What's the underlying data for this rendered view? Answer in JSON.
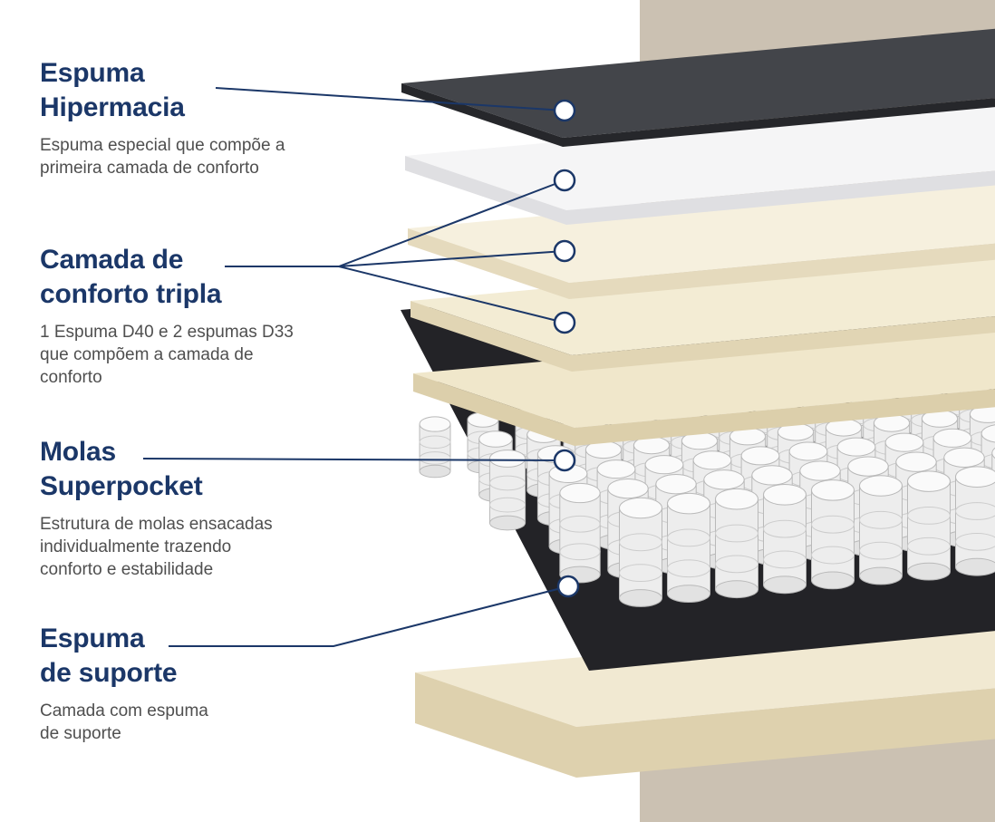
{
  "colors": {
    "heading": "#1b3768",
    "body_text": "#4f4f4f",
    "line": "#1b3768",
    "beige_panel": "#cbc1b2"
  },
  "marker": {
    "ring_color": "#1b3768",
    "fill": "#ffffff"
  },
  "sections": [
    {
      "id": "espuma-hipermacia",
      "heading_lines": [
        "Espuma",
        "Hipermacia"
      ],
      "body_lines": [
        "Espuma especial que compõe a",
        "primeira camada de conforto"
      ]
    },
    {
      "id": "camada-de-conforto-tripla",
      "heading_lines": [
        "Camada de",
        "conforto tripla"
      ],
      "body_lines": [
        "1 Espuma D40 e 2 espumas D33",
        "que compõem a camada de",
        "conforto"
      ]
    },
    {
      "id": "molas-superpocket",
      "heading_lines": [
        "Molas",
        "Superpocket"
      ],
      "body_lines": [
        "Estrutura de molas ensacadas",
        "individualmente trazendo",
        "conforto e estabilidade"
      ]
    },
    {
      "id": "espuma-de-suporte",
      "heading_lines": [
        "Espuma",
        "de suporte"
      ],
      "body_lines": [
        "Camada com espuma",
        "de suporte"
      ]
    }
  ],
  "illustration": {
    "colors": {
      "fabric_top": "#43454a",
      "fabric_side": "#26272b",
      "hipermacia_top": "#f5f5f6",
      "hipermacia_side": "#dfdfe2",
      "foam1_top": "#f6f0de",
      "foam1_side": "#e5dabd",
      "foam2_top": "#f3ecd4",
      "foam2_side": "#e1d5b4",
      "foam3_top": "#f0e7cb",
      "foam3_side": "#dccfab",
      "spring_interior": "#232327",
      "coil_body": "#ededed",
      "coil_top": "#fafafa",
      "coil_bottom": "#e2e2e2",
      "coil_stroke": "#b9b9b9",
      "coil_ridge": "#cccccc",
      "base_top": "#f1e9d2",
      "base_side": "#ded1ae"
    }
  }
}
